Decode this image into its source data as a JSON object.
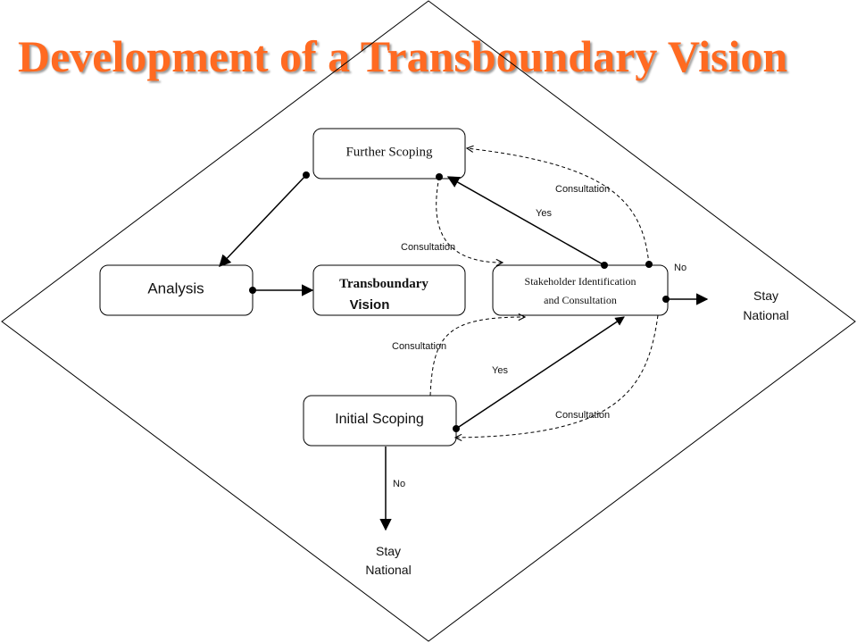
{
  "title": "Development of a Transboundary Vision",
  "nodes": {
    "further_scoping": "Further Scoping",
    "analysis": "Analysis",
    "transboundary_vision": [
      "Transboundary",
      "Vision"
    ],
    "stakeholder": [
      "Stakeholder Identification",
      "and Consultation"
    ],
    "initial_scoping": "Initial Scoping",
    "stay_national_right": [
      "Stay",
      "National"
    ],
    "stay_national_bottom": [
      "Stay",
      "National"
    ]
  },
  "edge_labels": {
    "consult_top_right": "Consultation",
    "consult_mid_left": "Consultation",
    "consult_lower_left": "Consultation",
    "consult_lower_right": "Consultation",
    "yes_upper": "Yes",
    "yes_lower": "Yes",
    "no_right": "No",
    "no_bottom": "No"
  },
  "colors": {
    "title": "#ff6a21",
    "line": "#000000"
  }
}
